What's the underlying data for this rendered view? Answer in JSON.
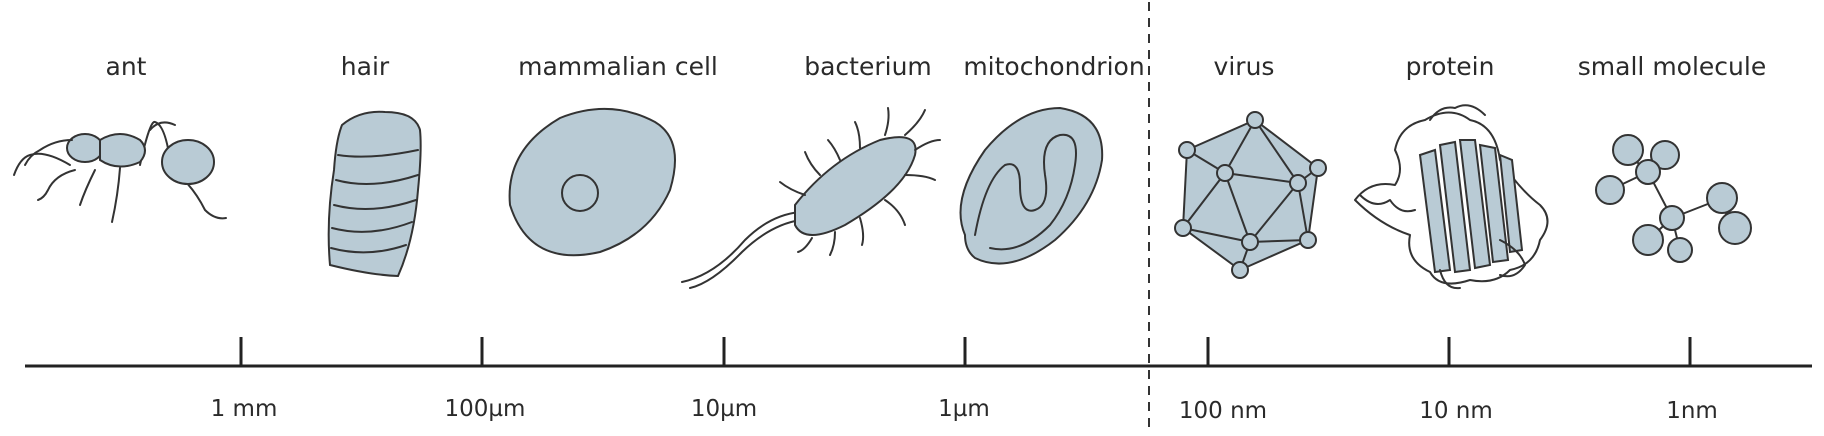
{
  "organisms": [
    {
      "label": "ant",
      "icon": "ant-icon"
    },
    {
      "label": "hair",
      "icon": "hair-icon"
    },
    {
      "label": "mammalian cell",
      "icon": "mammalian-cell-icon"
    },
    {
      "label": "bacterium",
      "icon": "bacterium-icon"
    },
    {
      "label": "mitochondrion",
      "icon": "mitochondrion-icon"
    },
    {
      "label": "virus",
      "icon": "virus-icon"
    },
    {
      "label": "protein",
      "icon": "protein-icon"
    },
    {
      "label": "small molecule",
      "icon": "small-molecule-icon"
    }
  ],
  "scale": {
    "ticks": [
      "1 mm",
      "100µm",
      "10µm",
      "1µm",
      "100 nm",
      "10 nm",
      "1nm"
    ]
  },
  "colors": {
    "fill": "#b9cbd5",
    "stroke": "#333333"
  }
}
